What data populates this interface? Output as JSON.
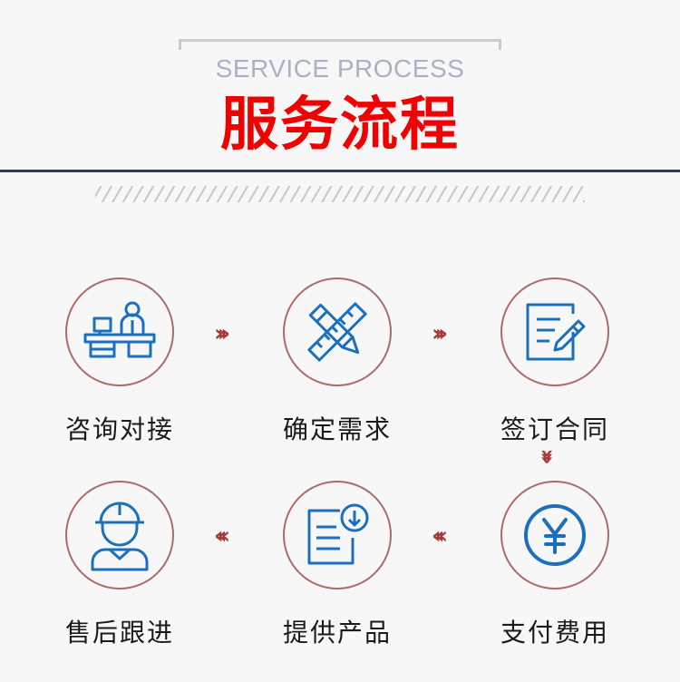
{
  "header": {
    "subtitle": "SERVICE PROCESS",
    "title": "服务流程"
  },
  "steps": [
    {
      "label": "咨询对接",
      "icon": "consultation-desk-icon"
    },
    {
      "label": "确定需求",
      "icon": "pencil-ruler-icon"
    },
    {
      "label": "签订合同",
      "icon": "contract-sign-icon"
    },
    {
      "label": "支付费用",
      "icon": "yuan-coin-icon"
    },
    {
      "label": "提供产品",
      "icon": "document-download-icon"
    },
    {
      "label": "售后跟进",
      "icon": "engineer-helmet-icon"
    }
  ],
  "arrows": {
    "right": "›››",
    "left": "‹‹‹",
    "down": "›››"
  },
  "colors": {
    "title": "#f00000",
    "subtitle": "#a8b1c6",
    "icon": "#1b6fbf",
    "circle_border": "#ad6a6a",
    "arrow": "#a83b3b",
    "rule": "#1f3d70"
  }
}
